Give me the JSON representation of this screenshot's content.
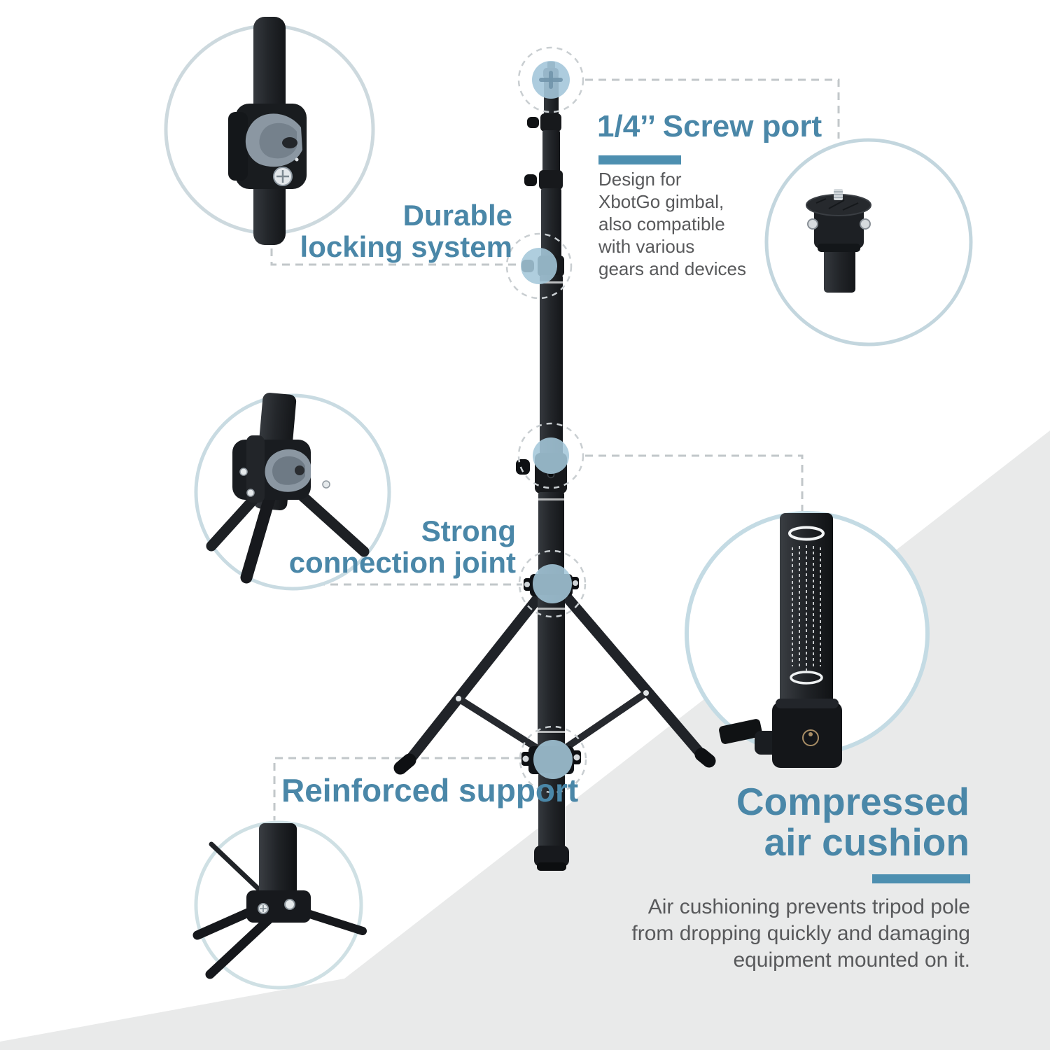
{
  "image_type": "product-feature-infographic",
  "product": "tripod light stand",
  "colors": {
    "accent_blue": "#4a87a8",
    "underline_bar_blue": "#4d8fb0",
    "body_text_gray": "#58595b",
    "highlight_dot_blue": "#a4c7da",
    "dashed_leader_gray": "#c2c7ca",
    "photo_circle_border": "#c9dce4",
    "stand_black": "#1d2024",
    "background_panel_gray": "#e9eaea",
    "background_white": "#ffffff"
  },
  "callouts": {
    "locking": {
      "line1": "Durable",
      "line2": "locking system"
    },
    "screw_port": {
      "title": "1/4’’ Screw port",
      "desc": [
        "Design for",
        "XbotGo gimbal,",
        "also compatible",
        "with various",
        "gears and devices"
      ]
    },
    "joint": {
      "line1": "Strong",
      "line2": "connection joint"
    },
    "support": {
      "title": "Reinforced support"
    },
    "air_cushion": {
      "line1": "Compressed",
      "line2": "air cushion",
      "desc": [
        "Air cushioning prevents tripod pole",
        "from dropping quickly and damaging",
        "equipment mounted on it."
      ]
    }
  }
}
